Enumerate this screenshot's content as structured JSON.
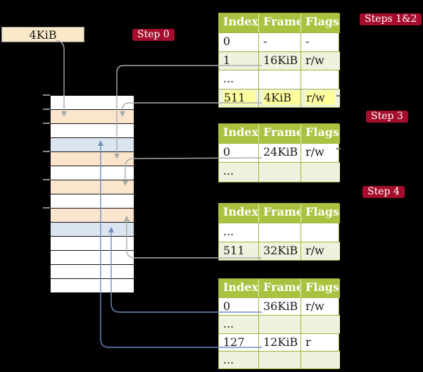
{
  "diagram": "multi-level page table translation steps",
  "frame_box": {
    "label": "4KiB"
  },
  "badges": [
    {
      "id": "step0",
      "label": "Step 0"
    },
    {
      "id": "steps12",
      "label": "Steps 1&2"
    },
    {
      "id": "step3",
      "label": "Step 3"
    },
    {
      "id": "step4",
      "label": "Step 4"
    }
  ],
  "memory": {
    "cells": [
      {
        "index": 0,
        "type": "free"
      },
      {
        "index": 1,
        "type": "table-frame"
      },
      {
        "index": 2,
        "type": "free"
      },
      {
        "index": 3,
        "type": "data-frame"
      },
      {
        "index": 4,
        "type": "table-frame"
      },
      {
        "index": 5,
        "type": "free"
      },
      {
        "index": 6,
        "type": "table-frame"
      },
      {
        "index": 7,
        "type": "free"
      },
      {
        "index": 8,
        "type": "table-frame"
      },
      {
        "index": 9,
        "type": "data-frame"
      },
      {
        "index": 10,
        "type": "free"
      },
      {
        "index": 11,
        "type": "free"
      },
      {
        "index": 12,
        "type": "free"
      },
      {
        "index": 13,
        "type": "free"
      }
    ]
  },
  "tables": [
    {
      "id": "table-steps12",
      "headers": [
        "Index",
        "Frame",
        "Flags"
      ],
      "rows": [
        {
          "cells": [
            "0",
            "-",
            "-"
          ],
          "shaded": false,
          "highlighted": false
        },
        {
          "cells": [
            "1",
            "16KiB",
            "r/w"
          ],
          "shaded": true,
          "highlighted": false
        },
        {
          "cells": [
            "...",
            "",
            ""
          ],
          "shaded": false,
          "highlighted": false
        },
        {
          "cells": [
            "511",
            "4KiB",
            "r/w"
          ],
          "shaded": true,
          "highlighted": true
        }
      ]
    },
    {
      "id": "table-step3",
      "headers": [
        "Index",
        "Frame",
        "Flags"
      ],
      "rows": [
        {
          "cells": [
            "0",
            "24KiB",
            "r/w"
          ],
          "shaded": false,
          "highlighted": false
        },
        {
          "cells": [
            "...",
            "",
            ""
          ],
          "shaded": true,
          "highlighted": false
        }
      ]
    },
    {
      "id": "table-step4",
      "headers": [
        "Index",
        "Frame",
        "Flags"
      ],
      "rows": [
        {
          "cells": [
            "...",
            "",
            ""
          ],
          "shaded": false,
          "highlighted": false
        },
        {
          "cells": [
            "511",
            "32KiB",
            "r/w"
          ],
          "shaded": true,
          "highlighted": false
        }
      ]
    },
    {
      "id": "table-final",
      "headers": [
        "Index",
        "Frame",
        "Flags"
      ],
      "rows": [
        {
          "cells": [
            "0",
            "36KiB",
            "r/w"
          ],
          "shaded": false,
          "highlighted": false
        },
        {
          "cells": [
            "...",
            "",
            ""
          ],
          "shaded": true,
          "highlighted": false
        },
        {
          "cells": [
            "127",
            "12KiB",
            "r"
          ],
          "shaded": false,
          "highlighted": false
        },
        {
          "cells": [
            "...",
            "",
            ""
          ],
          "shaded": true,
          "highlighted": false
        }
      ]
    }
  ],
  "colors": {
    "background": "#000000",
    "badge_red": "#a60d2c",
    "table_header_green": "#a9c23f",
    "table_row_green": "#eef3de",
    "table_border_green": "#9db23e",
    "highlight_yellow": "#feff9c",
    "frame_box_cream": "#fae9c8",
    "table_frame_peach": "#fbe5cd",
    "data_frame_blue": "#dbe5f1",
    "arrow_gray": "#ababab",
    "arrow_blue": "#6e8ebe"
  }
}
